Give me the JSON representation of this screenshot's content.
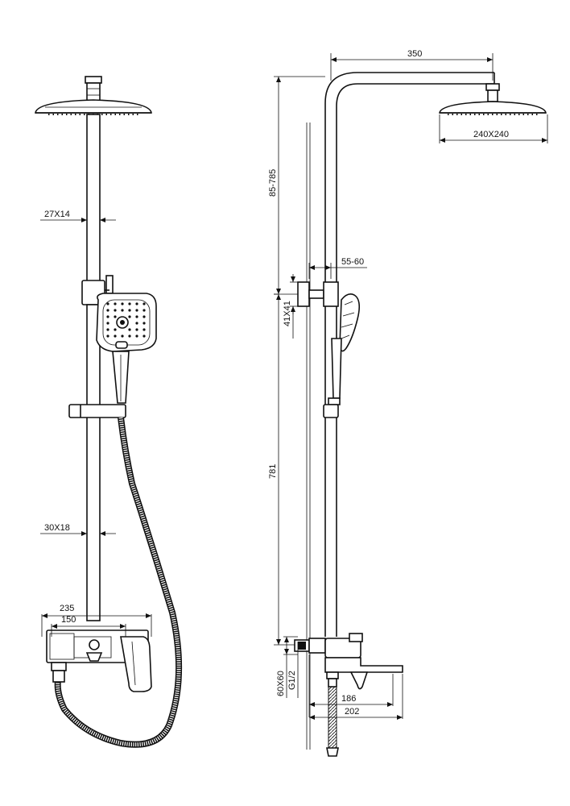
{
  "dimensions": {
    "front": {
      "pipe_upper": "27X14",
      "pipe_lower": "30X18",
      "mixer_width": "235",
      "inlet_spacing": "150"
    },
    "side": {
      "arm_reach": "350",
      "head_size": "240X240",
      "height_adjust": "85-785",
      "wall_distance": "55-60",
      "bracket_size": "41X41",
      "rail_length": "781",
      "flange_size": "60X60",
      "thread": "G1/2",
      "spout_reach_inner": "186",
      "spout_reach_outer": "202"
    }
  }
}
